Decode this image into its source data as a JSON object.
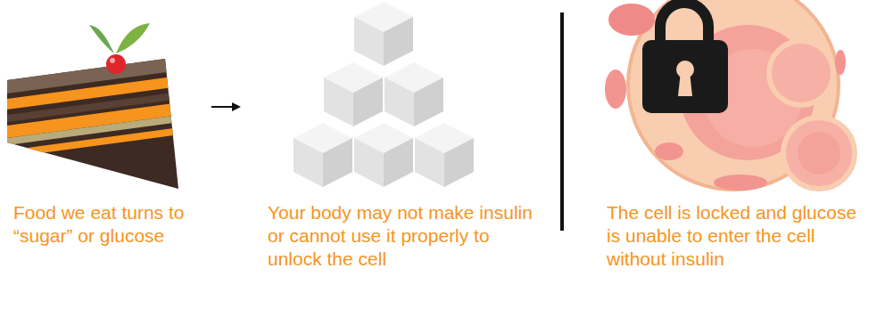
{
  "diagram": {
    "labels": [
      "Food we eat turns to “sugar” or glucose",
      "Your body may not make insulin or cannot use it properly to unlock the cell",
      "The cell is locked and glucose is unable to enter the cell without insulin"
    ]
  }
}
